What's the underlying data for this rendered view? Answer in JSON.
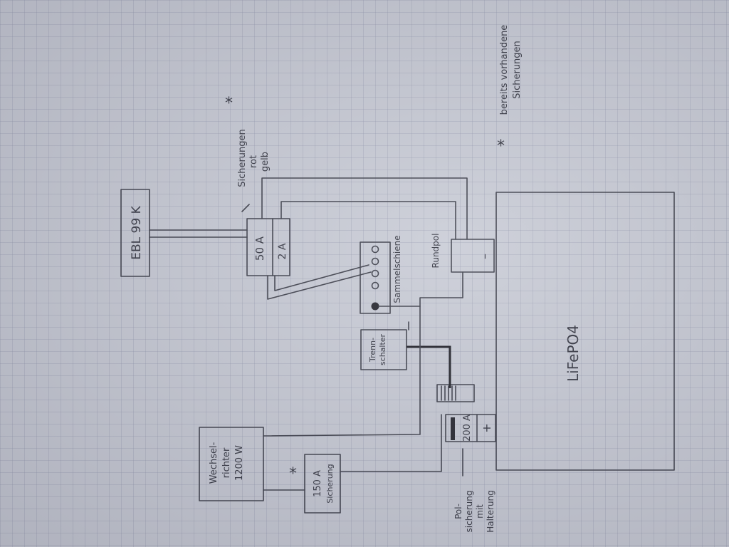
{
  "diagram": {
    "components": {
      "ebl": "EBL 99 K",
      "fuse_50a": "50 A",
      "fuse_2a": "2 A",
      "fuse_label": [
        "Sicherungen",
        "rot",
        "gelb"
      ],
      "busbar": "Sammelschiene",
      "roundpole": "Rundpol",
      "minus": "–",
      "plus": "+",
      "disconnect": [
        "Trenn-",
        "schalter"
      ],
      "battery": "LiFePO4",
      "fuse_200a": "200 A",
      "inverter": [
        "Wechsel-",
        "richter",
        "1200 W"
      ],
      "fuse_150a": [
        "150 A",
        "Sicherung"
      ],
      "pole_fuse": [
        "Pol-",
        "sicherung",
        "mit",
        "Halterung"
      ]
    },
    "markers": {
      "asterisk": "*"
    },
    "legend": [
      "bereits vorhandene",
      "Sicherungen"
    ]
  },
  "colors": {
    "paper": "#c9ccd6",
    "ink": "#3d3f4a",
    "grid": "#8c91aa"
  }
}
